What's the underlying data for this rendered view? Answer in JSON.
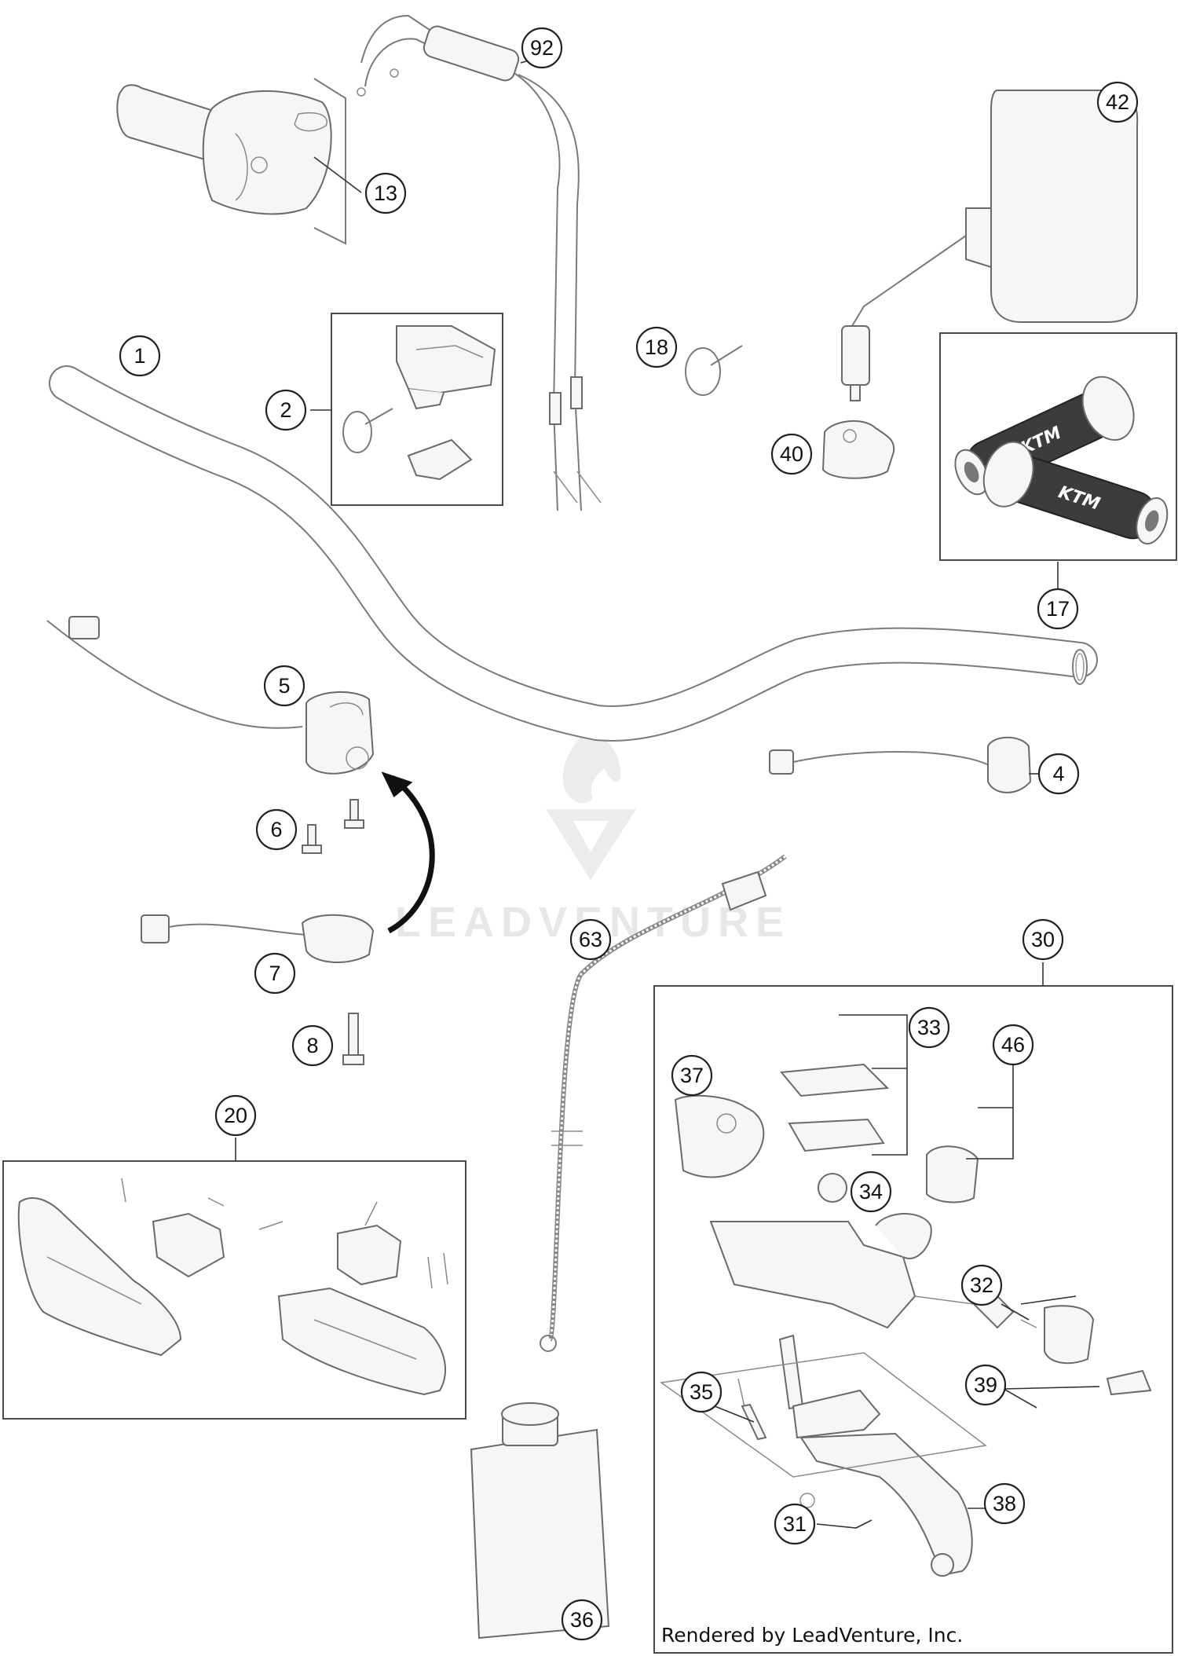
{
  "callouts": [
    {
      "id": "c-1",
      "label": "1"
    },
    {
      "id": "c-2",
      "label": "2"
    },
    {
      "id": "c-4",
      "label": "4"
    },
    {
      "id": "c-5",
      "label": "5"
    },
    {
      "id": "c-6",
      "label": "6"
    },
    {
      "id": "c-7",
      "label": "7"
    },
    {
      "id": "c-8",
      "label": "8"
    },
    {
      "id": "c-13",
      "label": "13"
    },
    {
      "id": "c-17",
      "label": "17"
    },
    {
      "id": "c-18",
      "label": "18"
    },
    {
      "id": "c-20",
      "label": "20"
    },
    {
      "id": "c-30",
      "label": "30"
    },
    {
      "id": "c-31",
      "label": "31"
    },
    {
      "id": "c-32",
      "label": "32"
    },
    {
      "id": "c-33",
      "label": "33"
    },
    {
      "id": "c-34",
      "label": "34"
    },
    {
      "id": "c-35",
      "label": "35"
    },
    {
      "id": "c-36",
      "label": "36"
    },
    {
      "id": "c-37",
      "label": "37"
    },
    {
      "id": "c-38",
      "label": "38"
    },
    {
      "id": "c-39",
      "label": "39"
    },
    {
      "id": "c-40",
      "label": "40"
    },
    {
      "id": "c-42",
      "label": "42"
    },
    {
      "id": "c-46",
      "label": "46"
    },
    {
      "id": "c-63",
      "label": "63"
    },
    {
      "id": "c-92",
      "label": "92"
    }
  ],
  "watermark": {
    "text": "LEADVENTURE"
  },
  "grip_brand": "KTM",
  "footer": {
    "credit": "Rendered by LeadVenture, Inc."
  }
}
